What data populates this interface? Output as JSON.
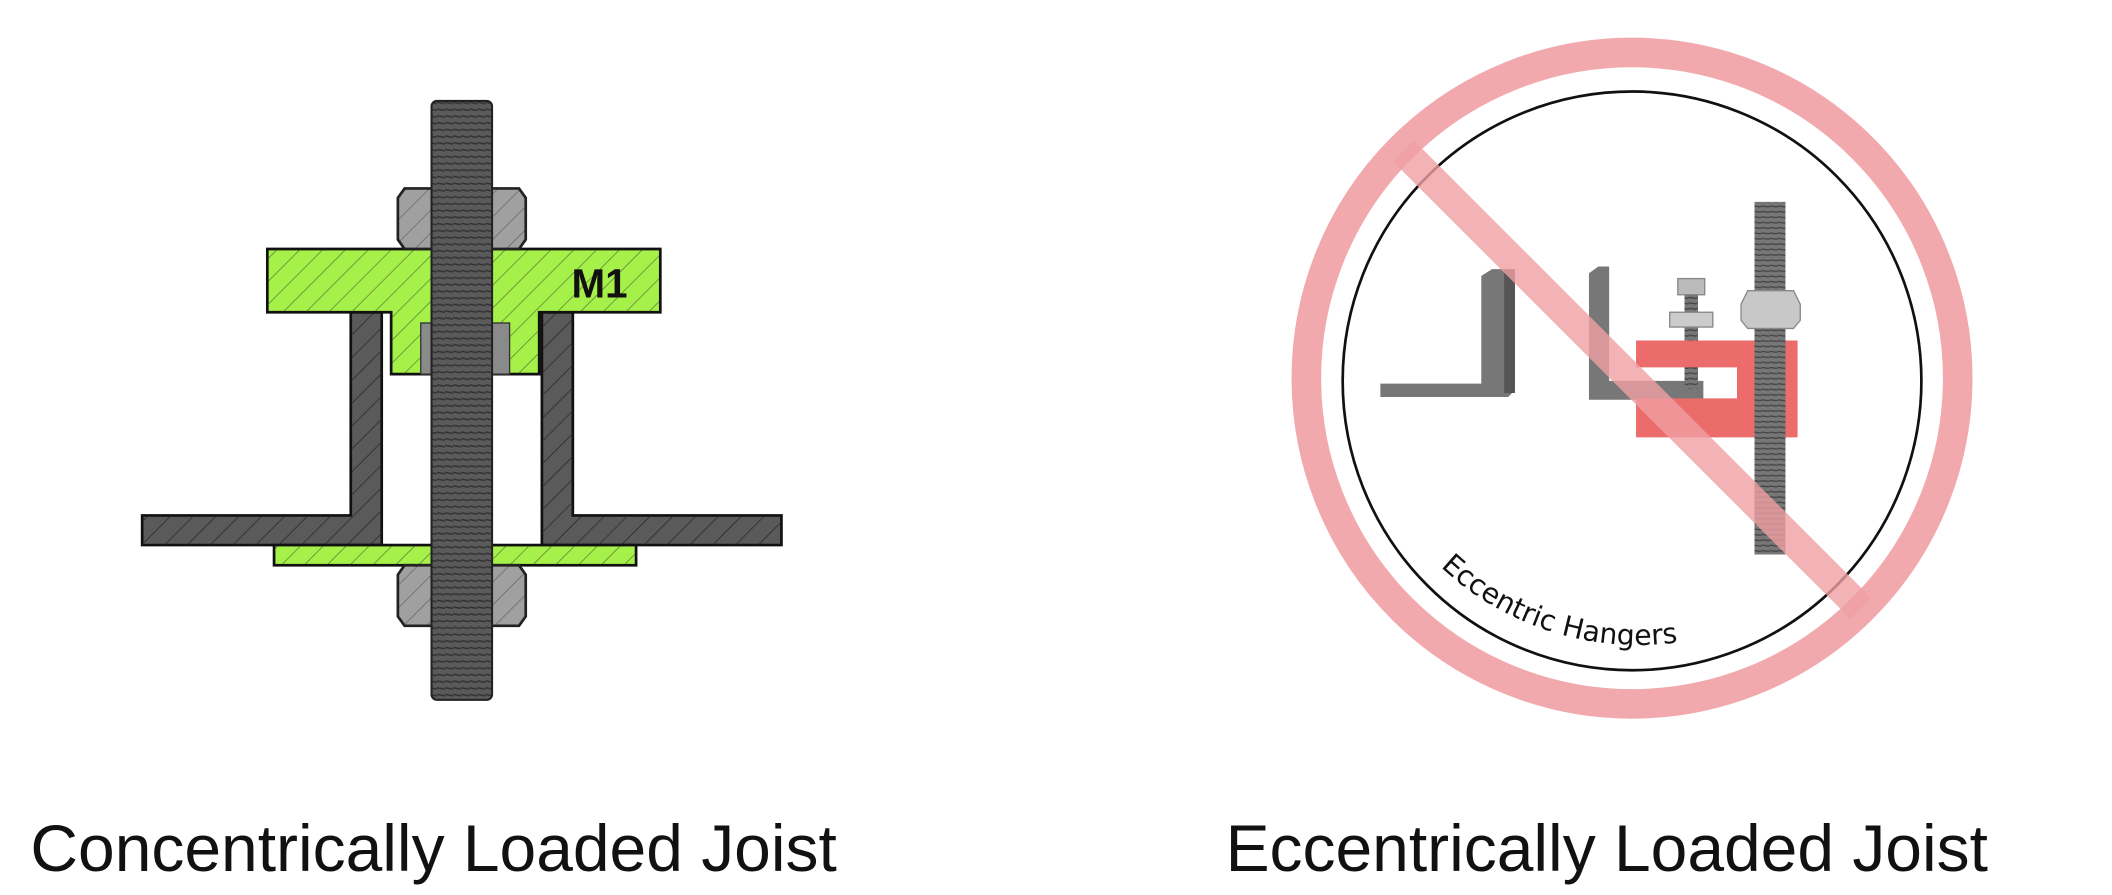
{
  "left_panel": {
    "part_label": "M1",
    "caption": "Concentrically Loaded Joist"
  },
  "right_panel": {
    "arc_text": "Eccentric Hangers",
    "caption": "Eccentrically Loaded Joist"
  },
  "colors": {
    "green": "#a6f04a",
    "steel_dark": "#5a5a5a",
    "nut_gray": "#a0a0a0",
    "prohibit_red": "#f0a0a4",
    "clamp_red": "#ec6b6b"
  }
}
